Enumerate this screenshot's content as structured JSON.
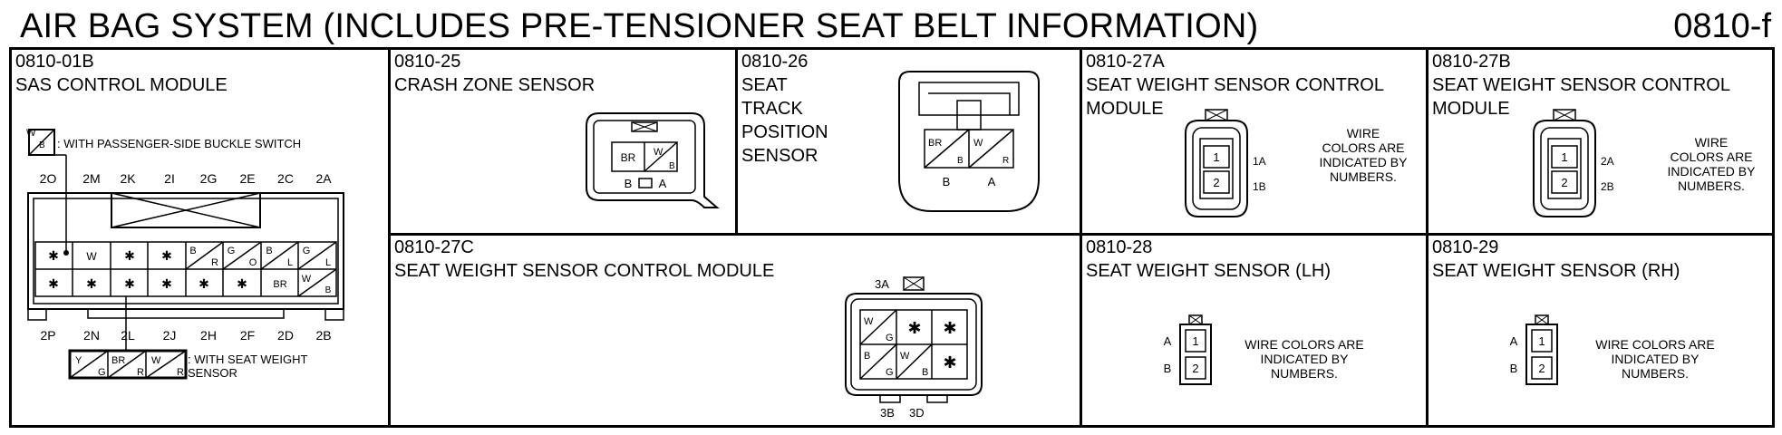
{
  "page": {
    "title": "AIR BAG SYSTEM (INCLUDES PRE-TENSIONER SEAT BELT INFORMATION)",
    "number": "0810-f"
  },
  "connectors": {
    "c01b": {
      "code": "0810-01B",
      "name": "SAS CONTROL MODULE",
      "note_top": ": WITH PASSENGER-SIDE BUCKLE SWITCH",
      "note_bottom_1": ": WITH SEAT WEIGHT",
      "note_bottom_2": "SENSOR",
      "top_pins": [
        "2O",
        "2M",
        "2K",
        "2I",
        "2G",
        "2E",
        "2C",
        "2A"
      ],
      "bottom_pins": [
        "2P",
        "2N",
        "2L",
        "2J",
        "2H",
        "2F",
        "2D",
        "2B"
      ],
      "wire_w": "W",
      "wire_b": "B"
    },
    "c25": {
      "code": "0810-25",
      "name": "CRASH ZONE SENSOR",
      "br": "BR",
      "w": "W",
      "b": "B",
      "pin_b": "B",
      "pin_a": "A"
    },
    "c26": {
      "code": "0810-26",
      "name_1": "SEAT",
      "name_2": "TRACK",
      "name_3": "POSITION",
      "name_4": "SENSOR",
      "br": "BR",
      "w": "W",
      "b": "B",
      "r": "R",
      "pin_b": "B",
      "pin_a": "A"
    },
    "c27a": {
      "code": "0810-27A",
      "name_1": "SEAT WEIGHT SENSOR CONTROL",
      "name_2": "MODULE",
      "p1": "1",
      "p2": "2",
      "t1": "1A",
      "t2": "1B",
      "note_1": "WIRE",
      "note_2": "COLORS ARE",
      "note_3": "INDICATED BY",
      "note_4": "NUMBERS."
    },
    "c27b": {
      "code": "0810-27B",
      "name_1": "SEAT WEIGHT SENSOR CONTROL",
      "name_2": "MODULE",
      "p1": "1",
      "p2": "2",
      "t1": "2A",
      "t2": "2B",
      "note_1": "WIRE",
      "note_2": "COLORS ARE",
      "note_3": "INDICATED BY",
      "note_4": "NUMBERS."
    },
    "c27c": {
      "code": "0810-27C",
      "name": "SEAT WEIGHT SENSOR CONTROL MODULE",
      "t1": "3A",
      "t2": "3B",
      "t3": "3D",
      "w": "W",
      "g": "G",
      "b": "B"
    },
    "c28": {
      "code": "0810-28",
      "name": "SEAT WEIGHT SENSOR (LH)",
      "pa": "A",
      "pb": "B",
      "p1": "1",
      "p2": "2",
      "note_1": "WIRE COLORS ARE",
      "note_2": "INDICATED BY",
      "note_3": "NUMBERS."
    },
    "c29": {
      "code": "0810-29",
      "name": "SEAT WEIGHT SENSOR (RH)",
      "pa": "A",
      "pb": "B",
      "p1": "1",
      "p2": "2",
      "note_1": "WIRE COLORS ARE",
      "note_2": "INDICATED BY",
      "note_3": "NUMBERS."
    }
  }
}
